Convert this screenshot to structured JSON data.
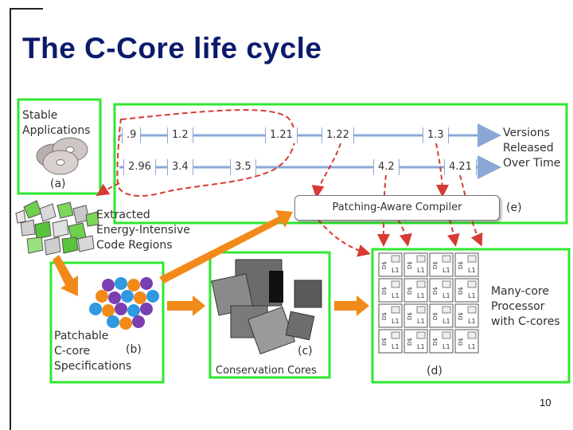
{
  "slide": {
    "title": "The C-Core life cycle",
    "page_number": "10"
  },
  "panel_a": {
    "label_line1": "Stable",
    "label_line2": "Applications",
    "tag": "(a)"
  },
  "timeline": {
    "row1_versions": [
      ".9",
      "1.2",
      "1.21",
      "1.22",
      "1.3"
    ],
    "row2_versions": [
      "2.96",
      "3.4",
      "3.5",
      "4.2",
      "4.21"
    ],
    "legend_line1": "Versions",
    "legend_line2": "Released",
    "legend_line3": "Over Time"
  },
  "extracted": {
    "line1": "Extracted",
    "line2": "Energy-Intensive",
    "line3": "Code Regions"
  },
  "compiler": {
    "label": "Patching-Aware Compiler",
    "tag": "(e)"
  },
  "panel_b": {
    "line1": "Patchable",
    "line2": "C-core",
    "line3": "Specifications",
    "tag": "(b)"
  },
  "panel_c": {
    "label": "Conservation Cores",
    "tag": "(c)"
  },
  "panel_d": {
    "line1": "Many-core",
    "line2": "Processor",
    "line3": "with C-cores",
    "tag": "(d)",
    "tile_label": "L1",
    "tile_label_rot": "D$"
  },
  "colors": {
    "title": "#0c1a6b",
    "box_green": "#2ee82e",
    "timeline_blue": "#8aa8d6",
    "dashed_red": "#d63b34",
    "orange_arrow": "#f28a1a"
  }
}
